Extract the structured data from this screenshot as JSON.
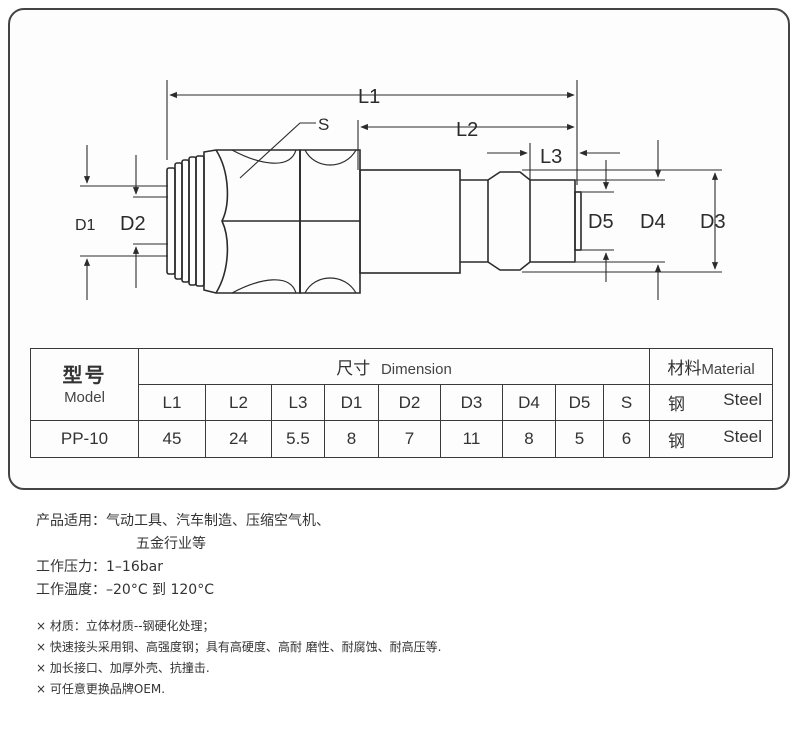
{
  "drawing": {
    "labels": {
      "L1": "L1",
      "L2": "L2",
      "L3": "L3",
      "S": "S",
      "D1": "D1",
      "D2": "D2",
      "D3": "D3",
      "D4": "D4",
      "D5": "D5"
    },
    "line_color": "#2b2b2b"
  },
  "table": {
    "model_zh": "型号",
    "model_en": "Model",
    "dimension_zh": "尺寸",
    "dimension_en": "Dimension",
    "material_zh": "材料",
    "material_en": "Material",
    "columns": [
      "L1",
      "L2",
      "L3",
      "D1",
      "D2",
      "D3",
      "D4",
      "D5",
      "S"
    ],
    "header_material_zh": "钢",
    "header_material_en": "Steel",
    "row": {
      "model": "PP-10",
      "values": [
        "45",
        "24",
        "5.5",
        "8",
        "7",
        "11",
        "8",
        "5",
        "6"
      ],
      "material_zh": "钢",
      "material_en": "Steel"
    }
  },
  "notes": {
    "application_label": "产品适用：",
    "application_1": "气动工具、汽车制造、压缩空气机、",
    "application_2": "五金行业等",
    "pressure_label": "工作压力：",
    "pressure_value": "1–16bar",
    "temperature_label": "工作温度：",
    "temperature_value": "–20°C 到 120°C",
    "bullets": [
      "× 材质：立体材质--钢硬化处理；",
      "× 快速接头采用铜、高强度钢；具有高硬度、高耐 磨性、耐腐蚀、耐高压等.",
      "× 加长接口、加厚外壳、抗撞击.",
      "× 可任意更换品牌OEM."
    ]
  }
}
